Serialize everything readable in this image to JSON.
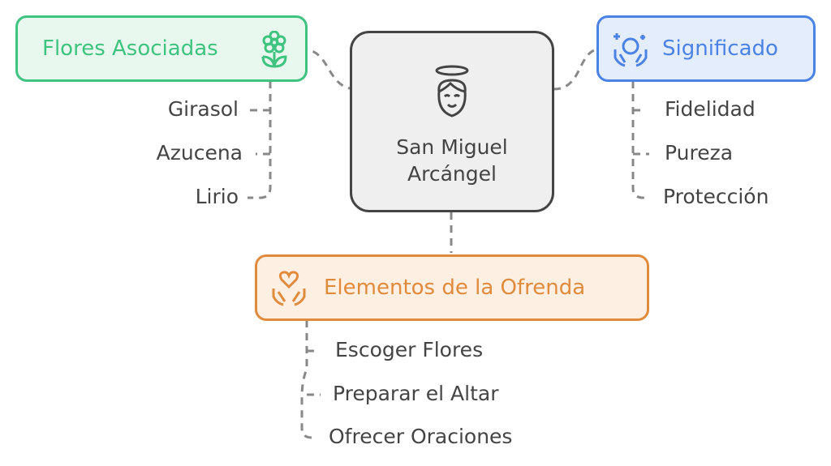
{
  "center": {
    "line1": "San Miguel",
    "line2": "Arcángel"
  },
  "flores": {
    "title": "Flores Asociadas",
    "items": [
      "Girasol",
      "Azucena",
      "Lirio"
    ],
    "color": "#3ec47f"
  },
  "significado": {
    "title": "Significado",
    "items": [
      "Fidelidad",
      "Pureza",
      "Protección"
    ],
    "color": "#4a82e6"
  },
  "elementos": {
    "title": "Elementos de la Ofrenda",
    "items": [
      "Escoger Flores",
      "Preparar el Altar",
      "Ofrecer Oraciones"
    ],
    "color": "#e08a3c"
  }
}
